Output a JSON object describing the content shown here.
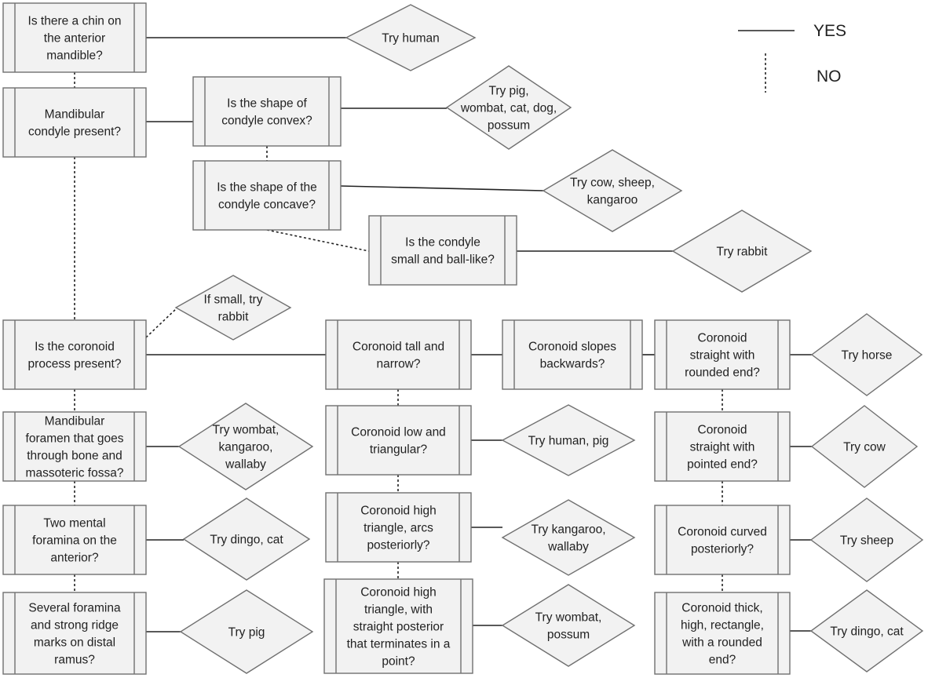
{
  "legend": {
    "yes_label": "YES",
    "no_label": "NO"
  },
  "questions": {
    "chin": [
      "Is there a chin on",
      "the anterior",
      "mandible?"
    ],
    "condyle_present": [
      "Mandibular",
      "condyle present?"
    ],
    "convex": [
      "Is the shape of",
      "condyle convex?"
    ],
    "concave": [
      "Is the shape of the",
      "condyle concave?"
    ],
    "ball": [
      "Is the condyle",
      "small and ball-like?"
    ],
    "coronoid_present": [
      "Is the coronoid",
      "process present?"
    ],
    "foramen": [
      "Mandibular",
      "foramen that goes",
      "through bone and",
      "massoteric fossa?"
    ],
    "mental": [
      "Two mental",
      "foramina on the",
      "anterior?"
    ],
    "several": [
      "Several foramina",
      "and strong ridge",
      "marks on distal",
      "ramus?"
    ],
    "tall": [
      "Coronoid tall and",
      "narrow?"
    ],
    "low": [
      "Coronoid low and",
      "triangular?"
    ],
    "arcs": [
      "Coronoid high",
      "triangle, arcs",
      "posteriorly?"
    ],
    "straight_post": [
      "Coronoid high",
      "triangle, with",
      "straight posterior",
      "that terminates in a",
      "point?"
    ],
    "slopes": [
      "Coronoid slopes",
      "backwards?"
    ],
    "rounded": [
      "Coronoid",
      "straight with",
      "rounded end?"
    ],
    "pointed": [
      "Coronoid",
      "straight with",
      "pointed end?"
    ],
    "curved": [
      "Coronoid curved",
      "posteriorly?"
    ],
    "thick": [
      "Coronoid thick,",
      "high, rectangle,",
      "with a rounded",
      "end?"
    ]
  },
  "results": {
    "human": [
      "Try human"
    ],
    "pig_group": [
      "Try pig,",
      "wombat, cat, dog,",
      "possum"
    ],
    "cow_group": [
      "Try cow, sheep,",
      "kangaroo"
    ],
    "rabbit": [
      "Try rabbit"
    ],
    "small_rabbit": [
      "If small, try",
      "rabbit"
    ],
    "wombat_group": [
      "Try wombat,",
      "kangaroo,",
      "wallaby"
    ],
    "dingo_cat_1": [
      "Try dingo, cat"
    ],
    "pig": [
      "Try pig"
    ],
    "human_pig": [
      "Try human, pig"
    ],
    "kangaroo_wallaby": [
      "Try kangaroo,",
      "wallaby"
    ],
    "wombat_possum": [
      "Try wombat,",
      "possum"
    ],
    "horse": [
      "Try horse"
    ],
    "cow": [
      "Try cow"
    ],
    "sheep": [
      "Try sheep"
    ],
    "dingo_cat_2": [
      "Try dingo, cat"
    ]
  }
}
